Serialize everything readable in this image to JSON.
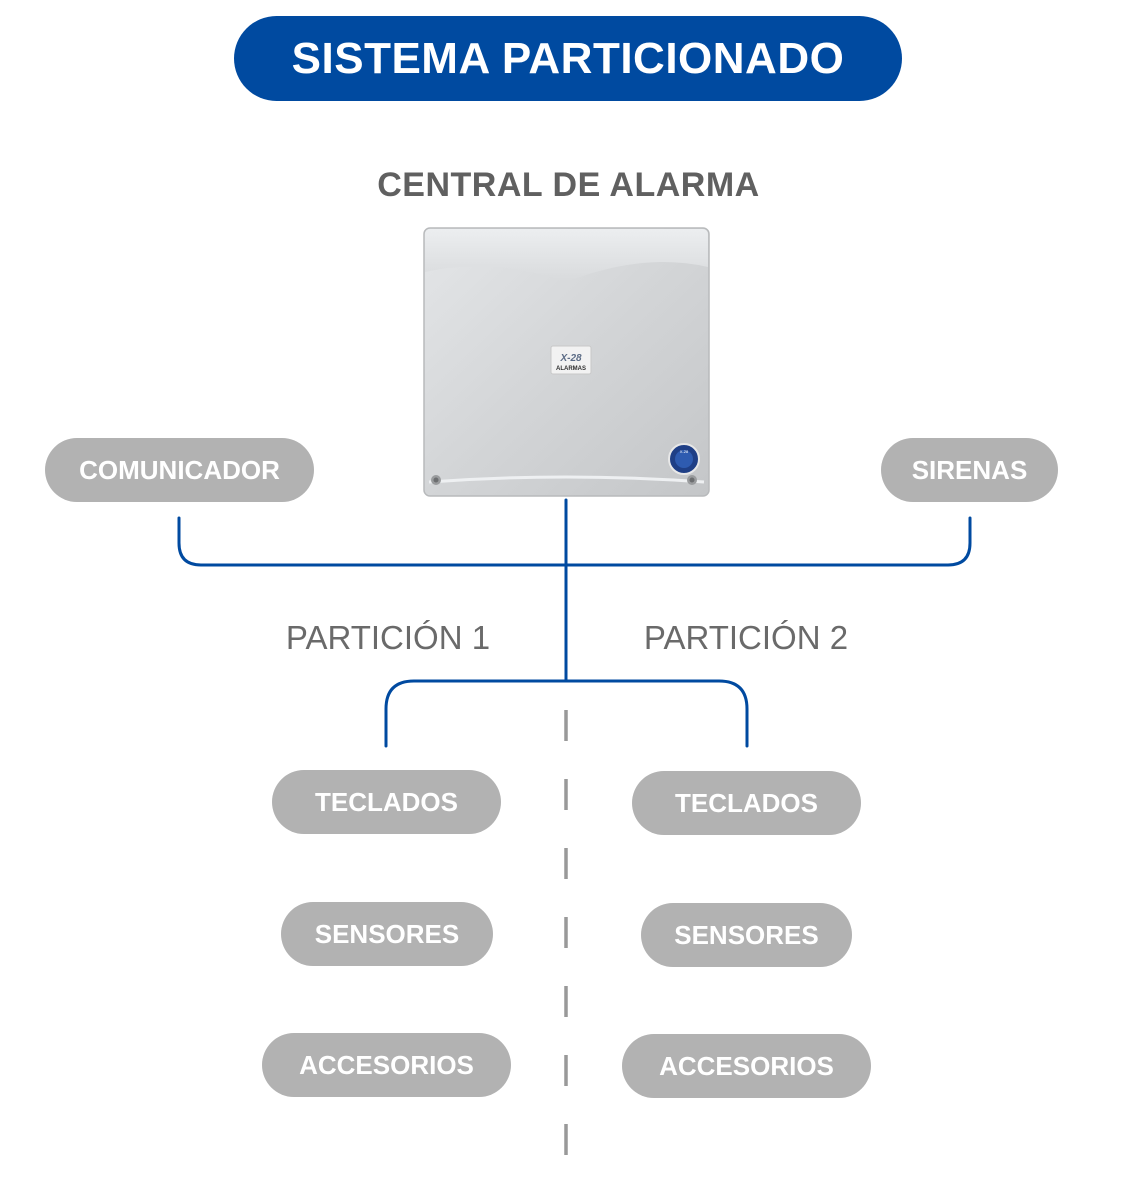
{
  "title": "SISTEMA PARTICIONADO",
  "central_label": "CENTRAL DE ALARMA",
  "device": {
    "logo_text": "X-28",
    "brand_label": "ALARMAS",
    "seal_text": "X-28"
  },
  "outputs": {
    "left": "COMUNICADOR",
    "right": "SIRENAS"
  },
  "partitions": [
    {
      "label": "PARTICIÓN 1",
      "items": [
        "TECLADOS",
        "SENSORES",
        "ACCESORIOS"
      ]
    },
    {
      "label": "PARTICIÓN 2",
      "items": [
        "TECLADOS",
        "SENSORES",
        "ACCESORIOS"
      ]
    }
  ],
  "colors": {
    "blue": "#004aa0",
    "pill_gray": "#b2b2b2",
    "text_gray": "#606060",
    "divider_gray": "#999999"
  }
}
